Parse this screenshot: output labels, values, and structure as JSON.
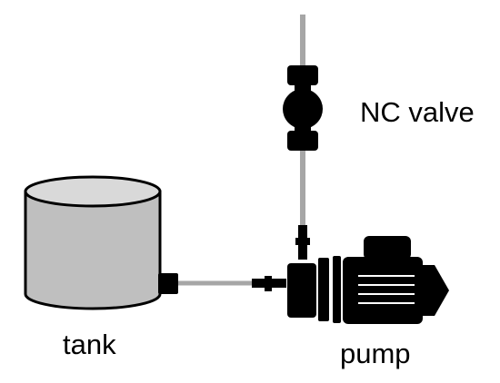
{
  "labels": {
    "valve": "NC valve",
    "tank": "tank",
    "pump": "pump"
  },
  "colors": {
    "pipe": "#a6a6a6",
    "tank_body": "#bfbfbf",
    "tank_top": "#d9d9d9",
    "fitting": "#000000",
    "outline": "#000000",
    "background": "#ffffff"
  },
  "components": {
    "tank_icon": "tank-cylinder",
    "valve_icon": "normally-closed-valve",
    "pump_icon": "centrifugal-pump-with-motor"
  }
}
